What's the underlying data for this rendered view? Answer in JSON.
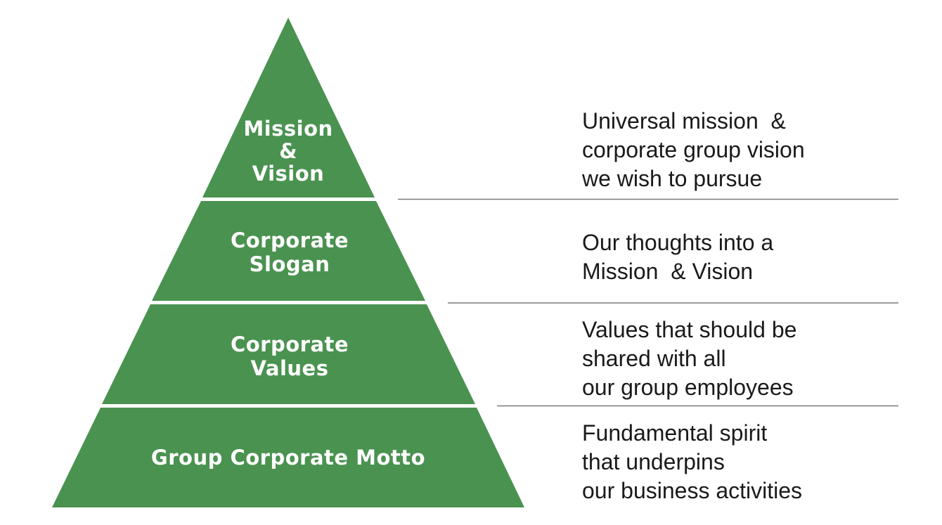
{
  "colors": {
    "tier_fill": "#4a9250",
    "divider": "#7a7a7a",
    "label_text": "#ffffff",
    "desc_text": "#1a1a1a"
  },
  "tiers": [
    {
      "label_lines": [
        "Mission",
        "&",
        "Vision"
      ],
      "description_lines": [
        "Universal mission  &",
        "corporate group vision",
        "we wish to pursue"
      ]
    },
    {
      "label_lines": [
        "Corporate",
        "Slogan"
      ],
      "description_lines": [
        "Our thoughts into a",
        "Mission  & Vision"
      ]
    },
    {
      "label_lines": [
        "Corporate",
        "Values"
      ],
      "description_lines": [
        "Values that should be",
        "shared with all",
        "our group employees"
      ]
    },
    {
      "label_lines": [
        "Group Corporate Motto"
      ],
      "description_lines": [
        "Fundamental spirit",
        "that underpins",
        "our business activities"
      ]
    }
  ]
}
